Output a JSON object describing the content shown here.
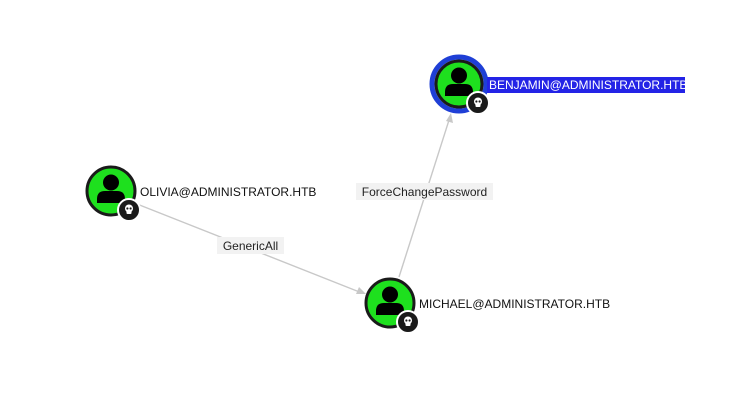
{
  "graph": {
    "nodes": [
      {
        "id": "olivia",
        "label": "OLIVIA@ADMINISTRATOR.HTB",
        "type": "user",
        "icon": "user-icon",
        "badge_icon": "skull-icon",
        "owned": true,
        "selected": false
      },
      {
        "id": "michael",
        "label": "MICHAEL@ADMINISTRATOR.HTB",
        "type": "user",
        "icon": "user-icon",
        "badge_icon": "skull-icon",
        "owned": true,
        "selected": false
      },
      {
        "id": "benjamin",
        "label": "BENJAMIN@ADMINISTRATOR.HTB",
        "type": "user",
        "icon": "user-icon",
        "badge_icon": "skull-icon",
        "owned": true,
        "selected": true
      }
    ],
    "edges": [
      {
        "from": "olivia",
        "to": "michael",
        "label": "GenericAll"
      },
      {
        "from": "michael",
        "to": "benjamin",
        "label": "ForceChangePassword"
      }
    ]
  },
  "colors": {
    "node_fill": "#1ee01e",
    "node_ring": "#1a1a1a",
    "selected_ring": "#1f3fd6",
    "selected_label_bg": "#2323e6",
    "edge": "#c8c8c8",
    "badge": "#1a1a1a"
  }
}
